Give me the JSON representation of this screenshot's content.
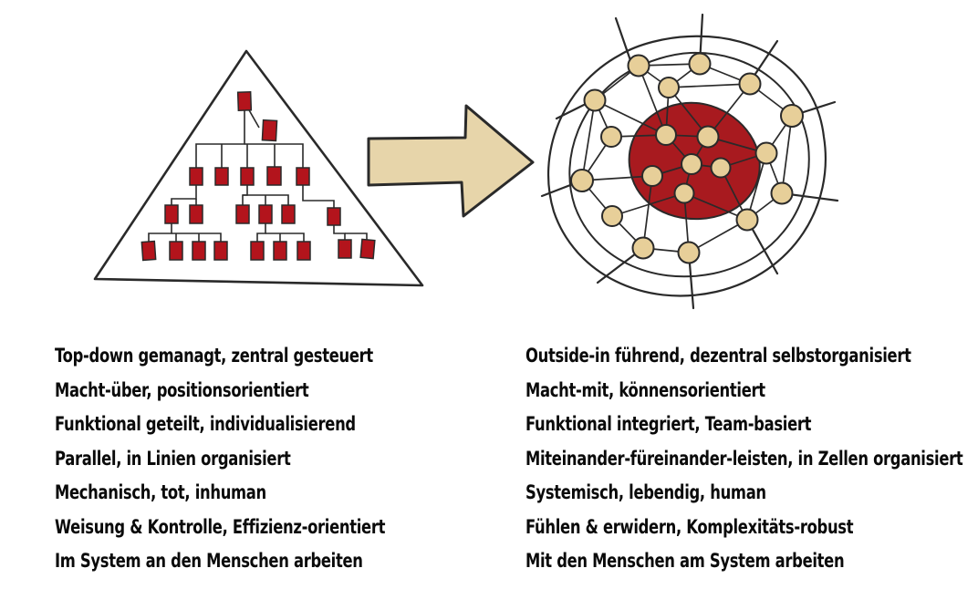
{
  "colors": {
    "pyramid_box": "#b3141c",
    "core_red": "#a81a1f",
    "node_fill": "#e7cf99",
    "arrow_fill": "#e7d5aa",
    "line": "#2a2a2a"
  },
  "icons": {
    "hierarchy": "pyramid-org-chart-icon",
    "transition": "right-arrow-icon",
    "network": "cellular-network-icon"
  },
  "left_list": [
    "Top-down gemanagt, zentral gesteuert",
    "Macht-über, positionsorientiert",
    "Funktional geteilt, individualisierend",
    "Parallel, in Linien organisiert",
    "Mechanisch, tot, inhuman",
    "Weisung & Kontrolle, Effizienz-orientiert",
    "Im System an den Menschen arbeiten"
  ],
  "right_list": [
    "Outside-in führend, dezentral selbstorganisiert",
    "Macht-mit, könnensorientiert",
    "Funktional integriert, Team-basiert",
    "Miteinander-füreinander-leisten, in Zellen organisiert",
    "Systemisch, lebendig, human",
    "Fühlen & erwidern, Komplexitäts-robust",
    "Mit den Menschen am System arbeiten"
  ]
}
